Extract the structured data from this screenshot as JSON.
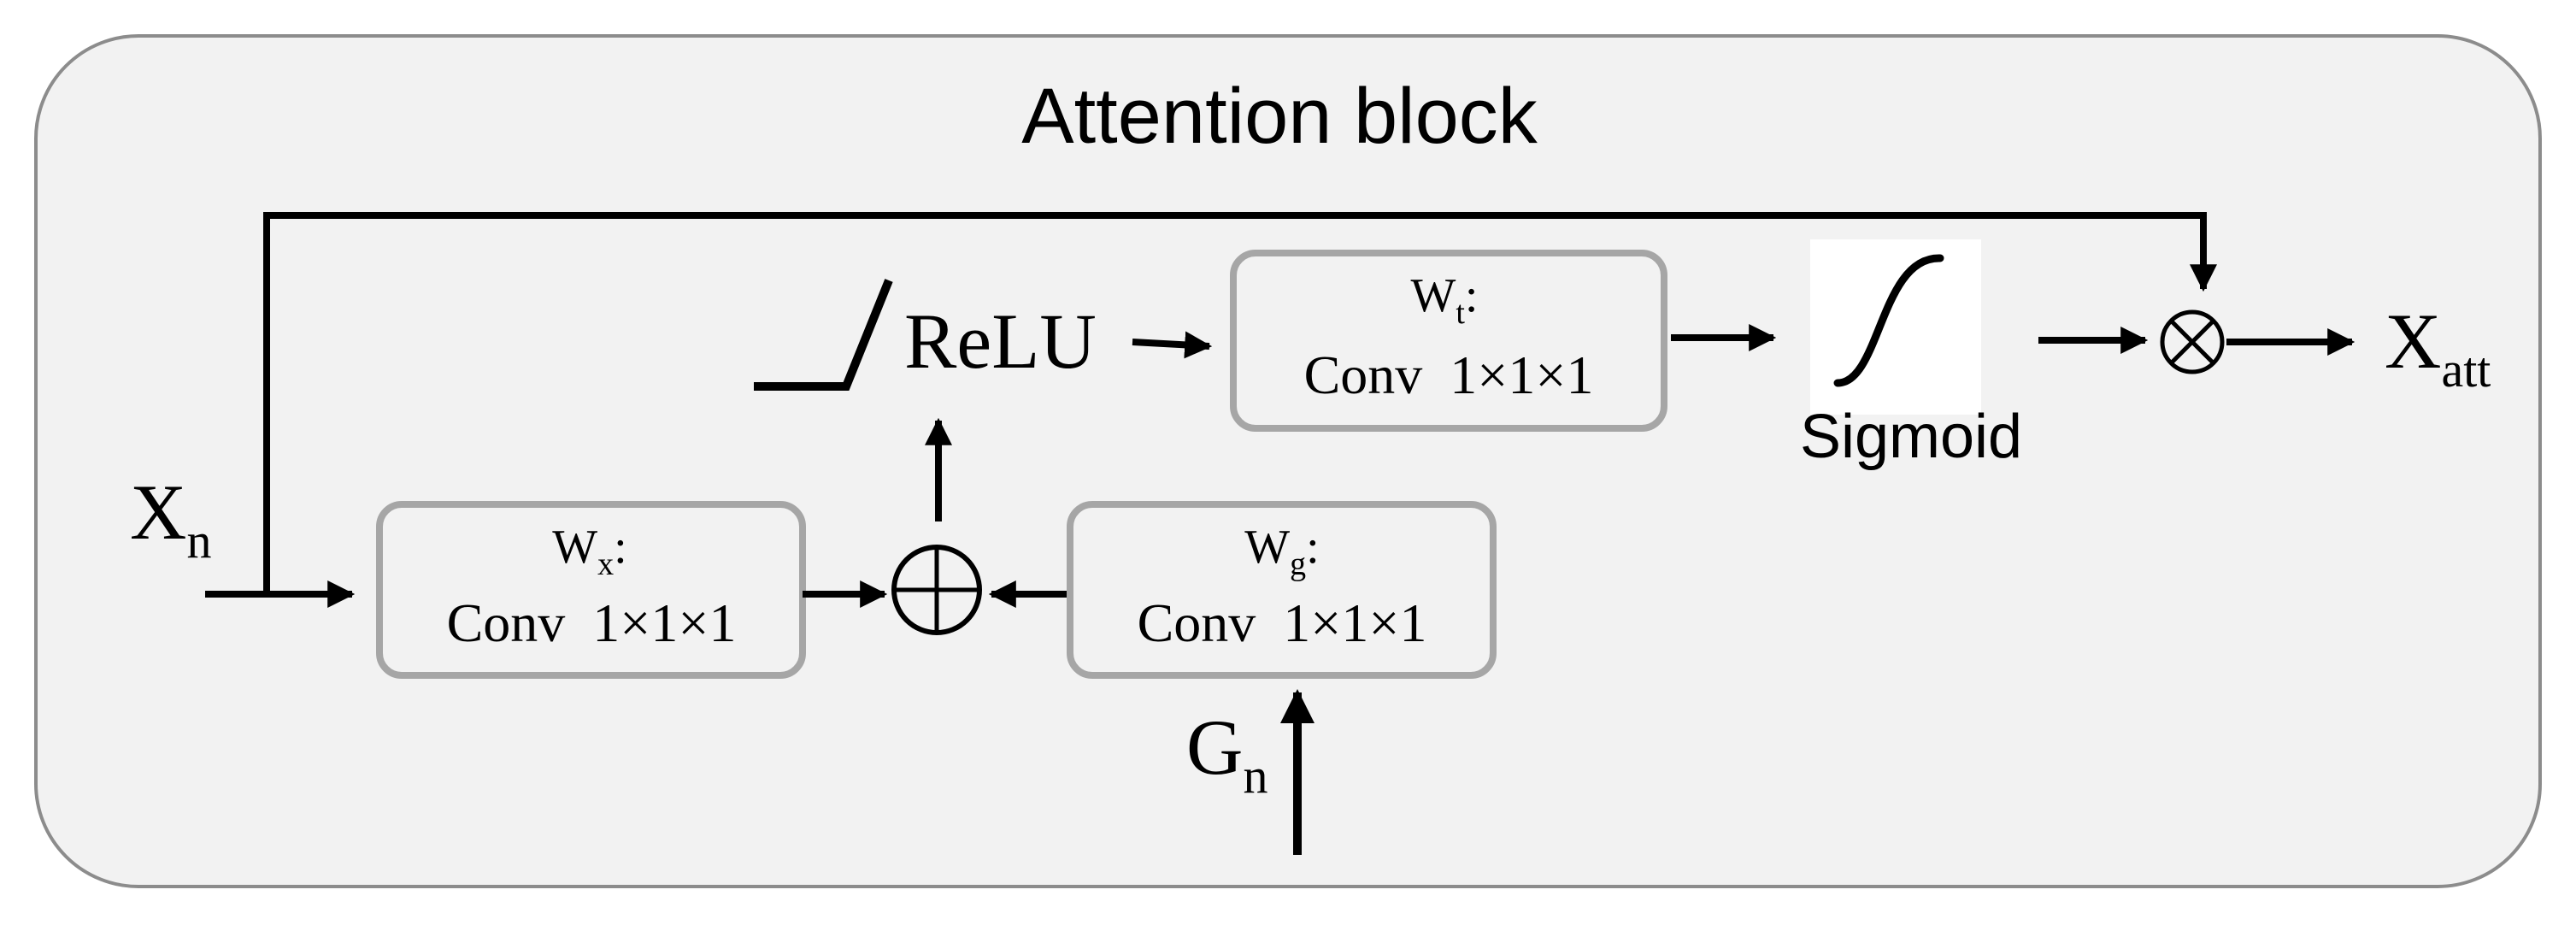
{
  "title": "Attention block",
  "inputs": {
    "x": {
      "main": "X",
      "sub": "n"
    },
    "g": {
      "main": "G",
      "sub": "n"
    }
  },
  "output": {
    "main": "X",
    "sub": "att"
  },
  "blocks": {
    "wx": {
      "w": "W",
      "sub": "x",
      "colon": ":",
      "conv": "Conv  1×1×1"
    },
    "wg": {
      "w": "W",
      "sub": "g",
      "colon": ":",
      "conv": "Conv  1×1×1"
    },
    "wt": {
      "w": "W",
      "sub": "t",
      "colon": ":",
      "conv": "Conv  1×1×1"
    }
  },
  "relu": {
    "label": "ReLU"
  },
  "sigmoid": {
    "label": "Sigmoid"
  },
  "colors": {
    "panel_fill": "#f2f2f2",
    "panel_border": "#8c8c8c",
    "box_border": "#a6a6a6",
    "arrow": "#000000"
  }
}
